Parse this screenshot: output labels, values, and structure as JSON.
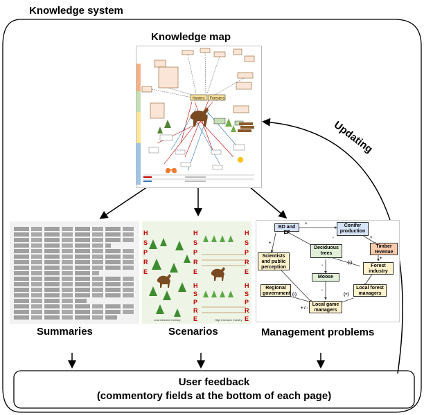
{
  "titles": {
    "system": "Knowledge system",
    "map": "Knowledge map",
    "updating": "Updating"
  },
  "outputs": {
    "summaries": "Summaries",
    "scenarios": "Scenarios",
    "management": "Management problems"
  },
  "feedback": {
    "line1": "User feedback",
    "line2": "(commentory fields at the bottom of each page)"
  },
  "knowledge_map": {
    "nodes": [
      "Hunters",
      "Foresters",
      "Moose",
      "Pine",
      "Spruce"
    ]
  },
  "scenarios_panel": {
    "left_axis": "Low intensive forestry",
    "right_axis": "High intensive forestry",
    "hspre": [
      "H",
      "S",
      "P",
      "R",
      "E"
    ]
  },
  "management_panel": {
    "boxes": {
      "bd_ef": "BD and EF",
      "conifer": "Conifer production",
      "timber": "Timber revenue",
      "scientists": "Scientists and public perception",
      "deciduous": "Deciduous trees",
      "forest_industry": "Forest industry",
      "regional": "Regional government",
      "moose": "Moose",
      "local_forest": "Local forest managers",
      "local_game": "Local game managers"
    },
    "signs": [
      "+",
      "-",
      "+",
      "+",
      "+",
      "-",
      "(-)",
      "(-)",
      "+ / -",
      "(+)",
      "-",
      "-"
    ]
  },
  "colors": {
    "stroke": "#000000",
    "mp_blue": "#d6e3f8",
    "mp_green": "#e2f0d9",
    "mp_orange": "#f8cbad",
    "mp_yellow": "#fff2cc"
  }
}
